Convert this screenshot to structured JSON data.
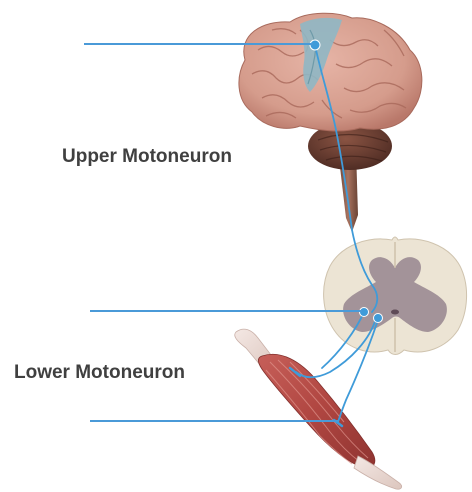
{
  "labels": {
    "upper": "Upper Motoneuron",
    "lower": "Lower Motoneuron"
  },
  "colors": {
    "pointer_line": "#4a9ad8",
    "nerve_path": "#3f9bd9",
    "brain": "#d8a091",
    "motor_cortex": "#8fb7c4",
    "cerebellum": "#6b3e32",
    "spinal_white_matter": "#ece4d4",
    "spinal_gray_matter": "#a39399",
    "muscle": "#b44a48",
    "tendon": "#ecdcd6",
    "label_text": "#404040"
  },
  "icons": {
    "brain": "brain-illustration",
    "spinal_cord": "spinal-cord-cross-section",
    "muscle": "skeletal-muscle"
  }
}
